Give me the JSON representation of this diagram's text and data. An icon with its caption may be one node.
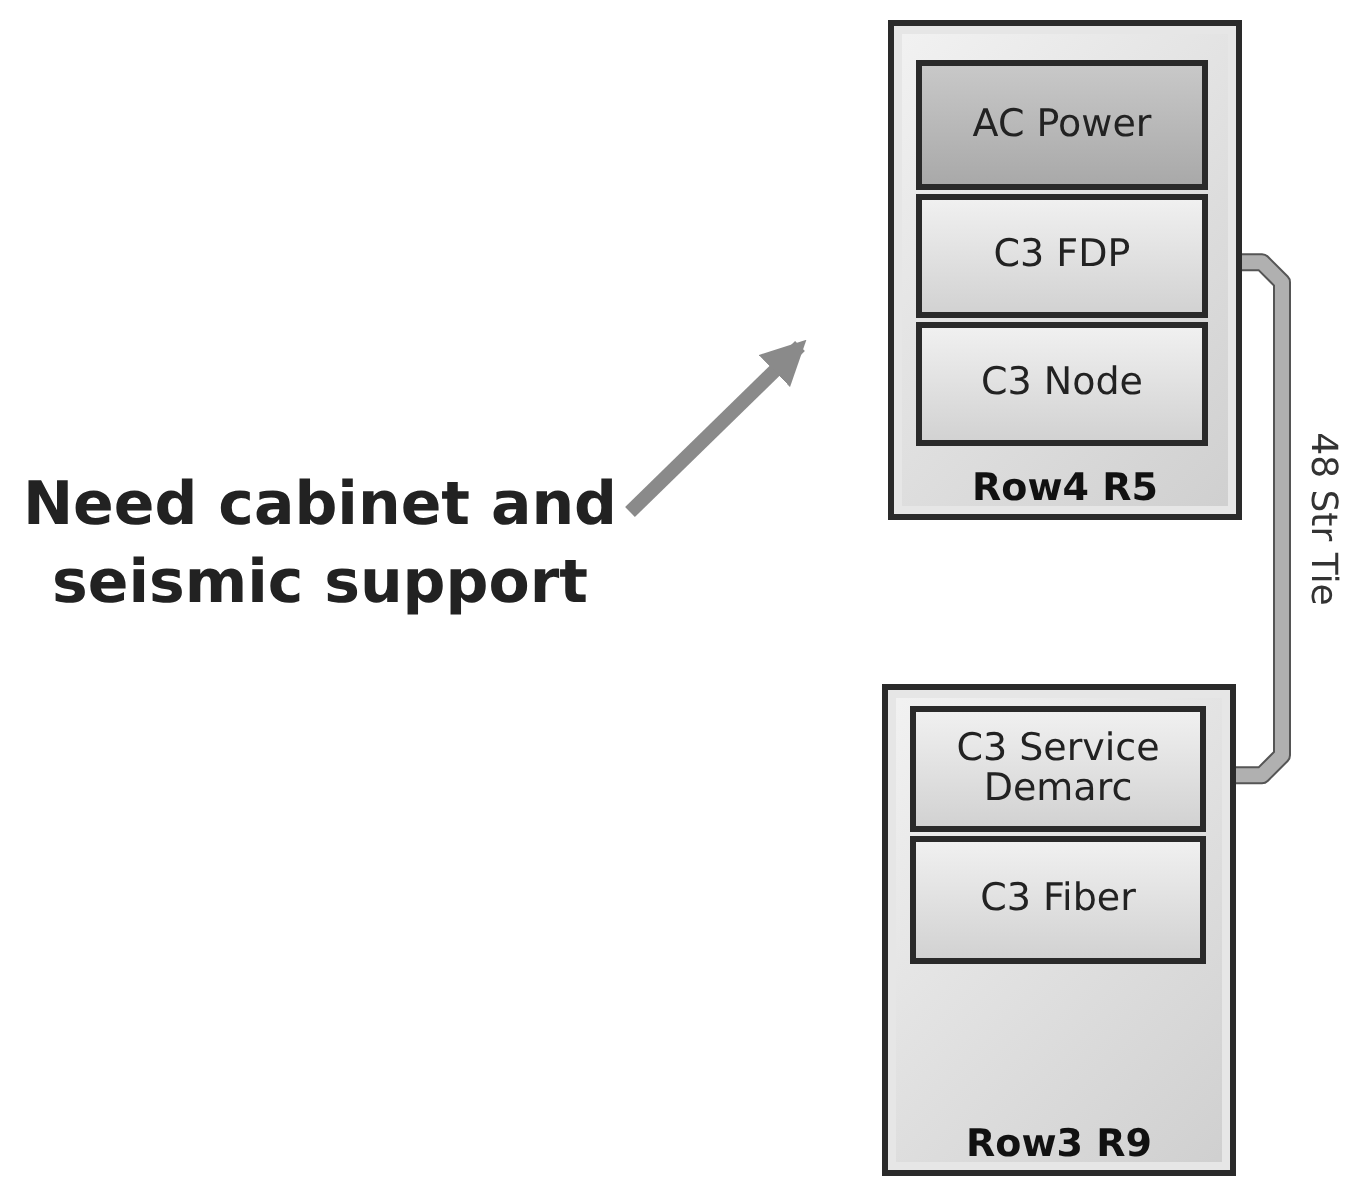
{
  "diagram": {
    "nodes": [
      {
        "text": [
          "Row4 R5"
        ]
      },
      {
        "text": [
          "AC Power"
        ],
        "in": 0
      },
      {
        "text": [
          "C3 FDP"
        ],
        "in": 0
      },
      {
        "text": [
          "C3 Node"
        ],
        "in": 0
      },
      {
        "text": [
          "Row3 R9"
        ]
      },
      {
        "text": [
          "C3 Service Demarc"
        ],
        "in": 4
      },
      {
        "text": [
          "C3 Fiber"
        ],
        "in": 4
      },
      {
        "text": [
          "Need cabinet and seismic support"
        ]
      }
    ],
    "edges": [
      {
        "from": 2,
        "to": 5,
        "arrow": "none",
        "label": "48 Str Tie"
      },
      {
        "from": 7,
        "to": null,
        "arrow": "to"
      }
    ]
  }
}
